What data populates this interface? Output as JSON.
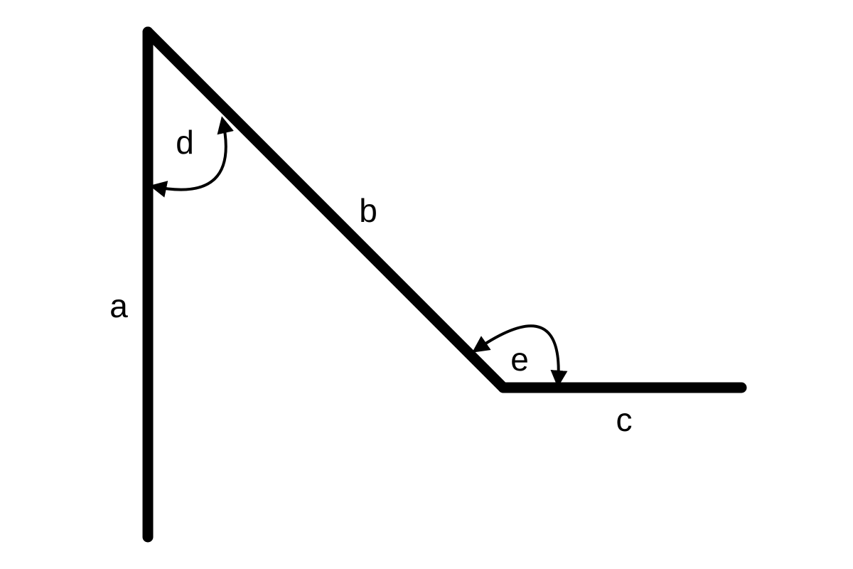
{
  "labels": {
    "a": "a",
    "b": "b",
    "c": "c",
    "d": "d",
    "e": "e"
  },
  "colors": {
    "stroke": "#000000",
    "background": "#ffffff"
  }
}
